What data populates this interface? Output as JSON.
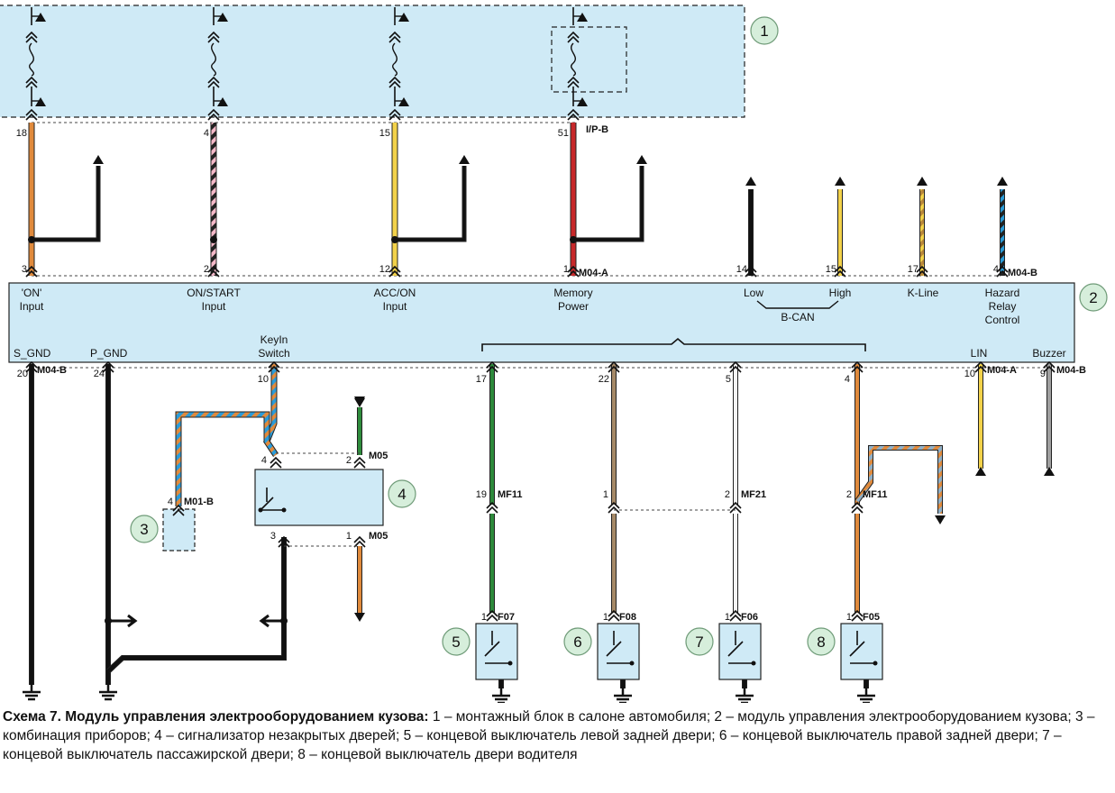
{
  "diagram": {
    "callouts": [
      "1",
      "2",
      "3",
      "4",
      "5",
      "6",
      "7",
      "8"
    ],
    "top_block_pins": [
      {
        "key": "on",
        "pin": "18",
        "module_pin": "3",
        "label_lines": [
          "'ON'",
          "Input"
        ],
        "color": "#e08a3c"
      },
      {
        "key": "onstart",
        "pin": "4",
        "module_pin": "2",
        "label_lines": [
          "ON/START",
          "Input"
        ],
        "color": "#f4b8c8"
      },
      {
        "key": "acc",
        "pin": "15",
        "module_pin": "12",
        "label_lines": [
          "ACC/ON",
          "Input"
        ],
        "color": "#f3d24a"
      },
      {
        "key": "mem",
        "pin": "51",
        "module_pin": "1",
        "label_lines": [
          "Memory",
          "Power"
        ],
        "color": "#c8282a"
      }
    ],
    "top_connectors": {
      "ip_b": "I/P-B",
      "m04a_top": "M04-A",
      "m04b_top": "M04-B"
    },
    "bcan": {
      "low_pin": "14",
      "high_pin": "15",
      "low_label": "Low",
      "high_label": "High",
      "bus_label": "B-CAN"
    },
    "kline": {
      "pin": "17",
      "label": "K-Line"
    },
    "hazard": {
      "pin": "4",
      "label_lines": [
        "Hazard",
        "Relay",
        "Control"
      ]
    },
    "module_bottom": {
      "sgnd": {
        "label": "S_GND",
        "pin": "20",
        "conn": "M04-B"
      },
      "pgnd": {
        "label": "P_GND",
        "pin": "24"
      },
      "keyin": {
        "label_lines": [
          "KeyIn",
          "Switch"
        ],
        "pin": "10"
      },
      "lin": {
        "label": "LIN",
        "pin": "10",
        "conn": "M04-A"
      },
      "buzzer": {
        "label": "Buzzer",
        "pin": "9",
        "conn": "M04-B"
      },
      "out17": {
        "pin": "17"
      },
      "out22": {
        "pin": "22"
      },
      "out5": {
        "pin": "5"
      },
      "out4": {
        "pin": "4"
      }
    },
    "cluster": {
      "pin": "4",
      "conn": "M01-B"
    },
    "door_warning": {
      "pin_in": "4",
      "pin_top": "2",
      "conn_top": "M05",
      "pin_bottom": "3",
      "pin_out": "1",
      "conn_bottom": "M05"
    },
    "mid_connectors": [
      {
        "pin": "19",
        "conn": "MF11"
      },
      {
        "pin": "1",
        "conn": ""
      },
      {
        "pin": "2",
        "conn": "MF21"
      },
      {
        "pin": "2",
        "conn": "MF11"
      }
    ],
    "switches": [
      {
        "pin": "1",
        "conn": "F07"
      },
      {
        "pin": "1",
        "conn": "F08"
      },
      {
        "pin": "1",
        "conn": "F06"
      },
      {
        "pin": "1",
        "conn": "F05"
      }
    ]
  },
  "caption": {
    "title": "Схема 7. Модуль управления электрооборудованием кузова:",
    "text": " 1 – монтажный блок в салоне автомобиля; 2 – модуль управления электрооборудованием кузова; 3 – комбинация приборов; 4 – сигнализатор незакрытых дверей; 5 – концевой выключатель левой задней двери; 6 – концевой выключатель правой задней двери; 7 – концевой выключатель пассажирской двери; 8 – концевой выключатель двери водителя"
  }
}
